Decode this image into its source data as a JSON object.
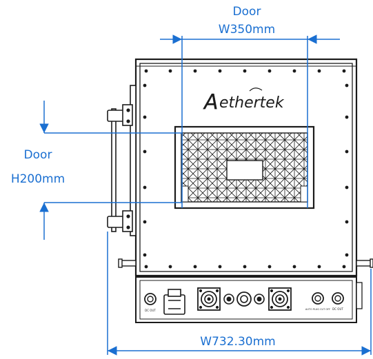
{
  "brand": {
    "name": "ethertek",
    "initial": "A"
  },
  "dimensions": {
    "door_width": {
      "label": "Door",
      "value": "W350mm"
    },
    "door_height": {
      "label": "Door",
      "value": "H200mm"
    },
    "total_width": {
      "value": "W732.30mm"
    }
  },
  "colors": {
    "dimension": "#1a6fd1",
    "outline": "#1b1b1b",
    "panel": "#ffffff"
  },
  "ports": [
    {
      "name": "port-1-icon",
      "label": "DC OUT"
    },
    {
      "name": "port-2-icon",
      "label": "AUTO PLUG CUT OFF"
    },
    {
      "name": "port-3-icon",
      "label": "DC OUT"
    }
  ]
}
